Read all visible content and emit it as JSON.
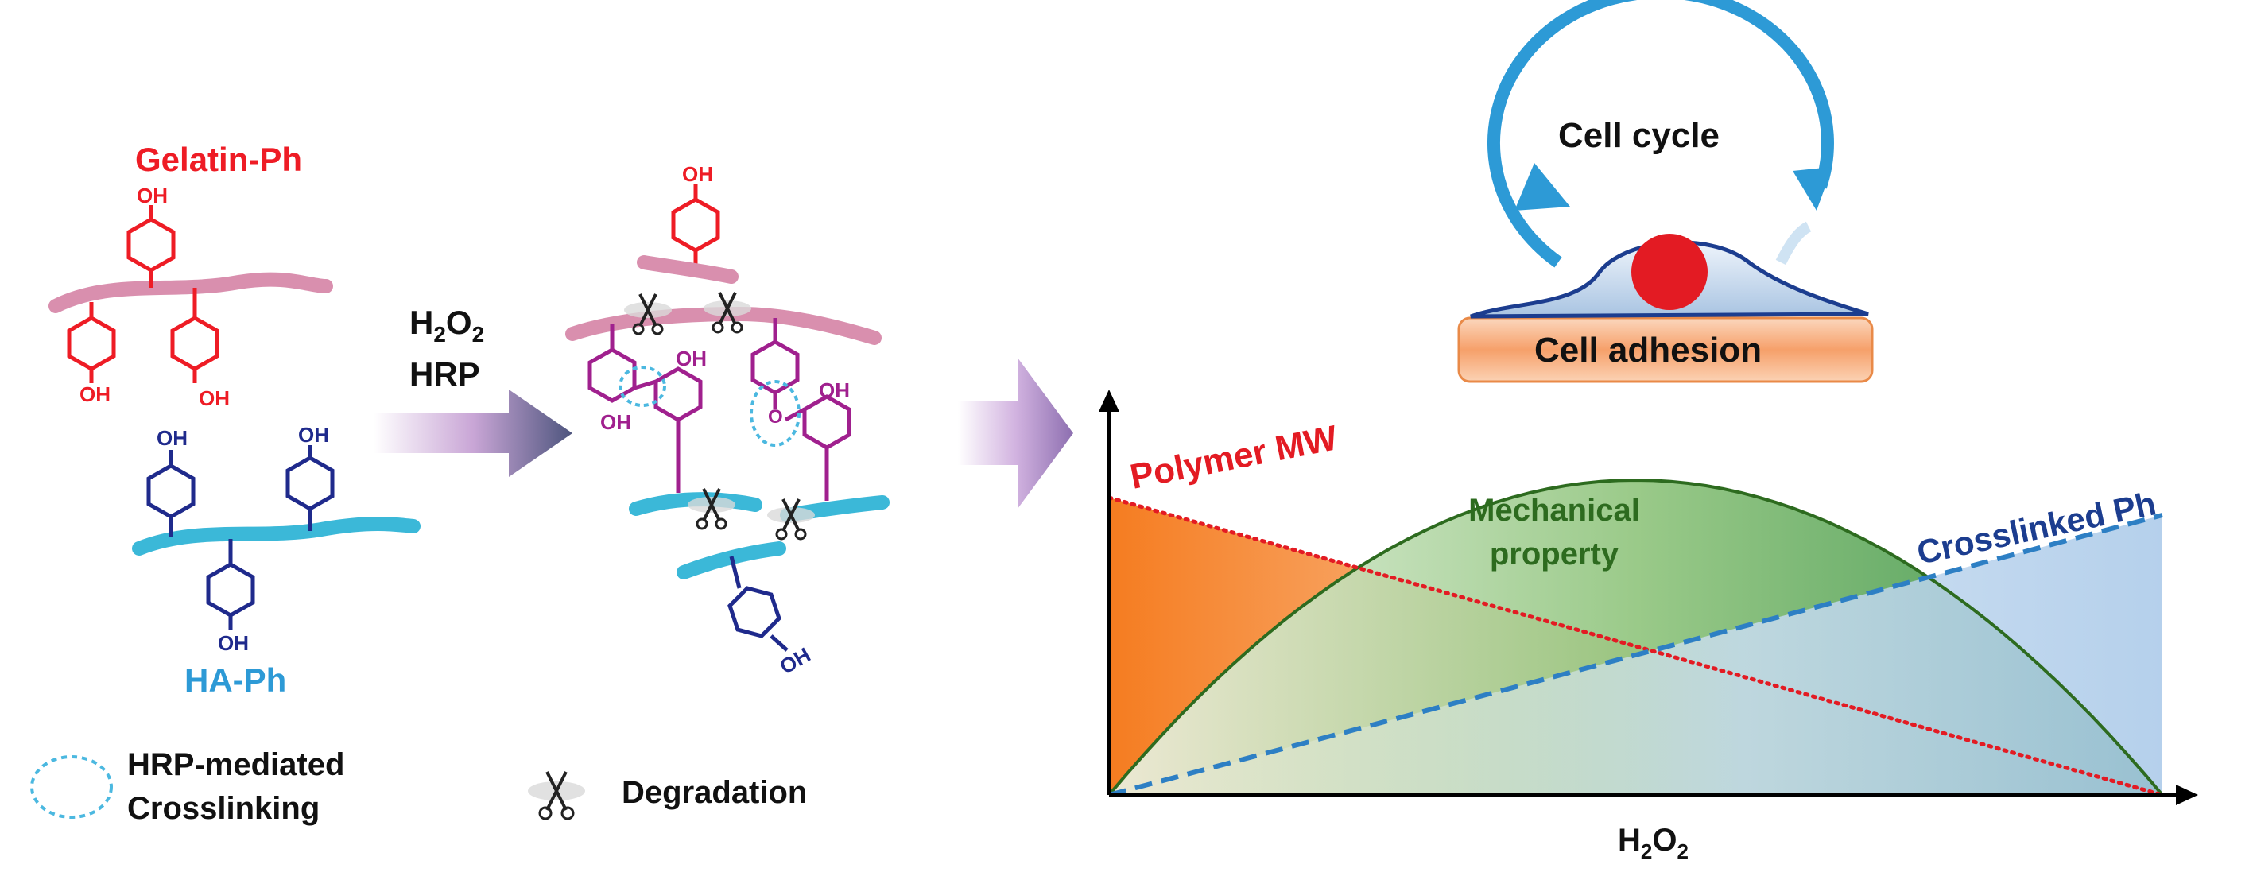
{
  "left_panel": {
    "gelatin_label": "Gelatin-Ph",
    "ha_label": "HA-Ph",
    "oh_label": "OH",
    "reagent_h2o2": "H2O2",
    "reagent_hrp": "HRP",
    "o_label": "O"
  },
  "legend": {
    "crosslinking_line1": "HRP-mediated",
    "crosslinking_line2": "Crosslinking",
    "degradation": "Degradation"
  },
  "cell_panel": {
    "cycle_label": "Cell cycle",
    "adhesion_label": "Cell adhesion"
  },
  "colors": {
    "gelatin": "#ee1c25",
    "gelatin_backbone": "#d98fae",
    "ha": "#1f2a8c",
    "ha_backbone": "#3bb8d8",
    "crosslinked": "#a0208e",
    "polymer_mw": "#e31b23",
    "mechanical": "#2d6b1f",
    "crosslinked_ph": "#1c3d8f",
    "arrow": "#5a5a82"
  },
  "chart_data": {
    "type": "area",
    "xlabel": "H2O2",
    "series": [
      {
        "name": "Polymer MW",
        "style": "dotted",
        "trend": "linear decrease",
        "x": [
          0,
          1
        ],
        "y": [
          0.85,
          0
        ]
      },
      {
        "name": "Mechanical property",
        "style": "solid",
        "trend": "rise then fall",
        "x": [
          0,
          0.25,
          0.5,
          0.75,
          1
        ],
        "y": [
          0,
          0.68,
          0.9,
          0.68,
          0
        ]
      },
      {
        "name": "Crosslinked Ph",
        "style": "dashed",
        "trend": "linear increase",
        "x": [
          0,
          1
        ],
        "y": [
          0,
          0.8
        ]
      }
    ],
    "series_labels": {
      "polymer_mw": "Polymer MW",
      "mechanical_line1": "Mechanical",
      "mechanical_line2": "property",
      "crosslinked_ph": "Crosslinked Ph"
    }
  }
}
